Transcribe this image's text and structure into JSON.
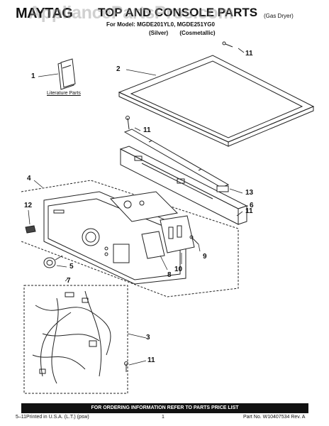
{
  "header": {
    "brand": "MAYTAG",
    "title": "TOP AND CONSOLE PARTS",
    "model_line": "For Model: MGDE201YL0, MGDE251YG0",
    "variants": "(Silver) (Cosmetallic)",
    "product": "(Gas Dryer)",
    "watermark": "AppliancePartsPros.com"
  },
  "literature_label": "Literature Parts",
  "callouts": {
    "c1": "1",
    "c2": "2",
    "c3": "3",
    "c4": "4",
    "c5": "5",
    "c6": "6",
    "c7": "7",
    "c8": "8",
    "c9": "9",
    "c10": "10",
    "c11a": "11",
    "c11b": "11",
    "c11c": "11",
    "c11d": "11",
    "c12": "12",
    "c13": "13"
  },
  "ordering_note": "FOR ORDERING INFORMATION REFER TO PARTS PRICE LIST",
  "footer": {
    "left": "5–11Printed in U.S.A. (L.T.) (psw)",
    "page": "1",
    "part_no": "Part No. W10407534 Rev. A"
  }
}
